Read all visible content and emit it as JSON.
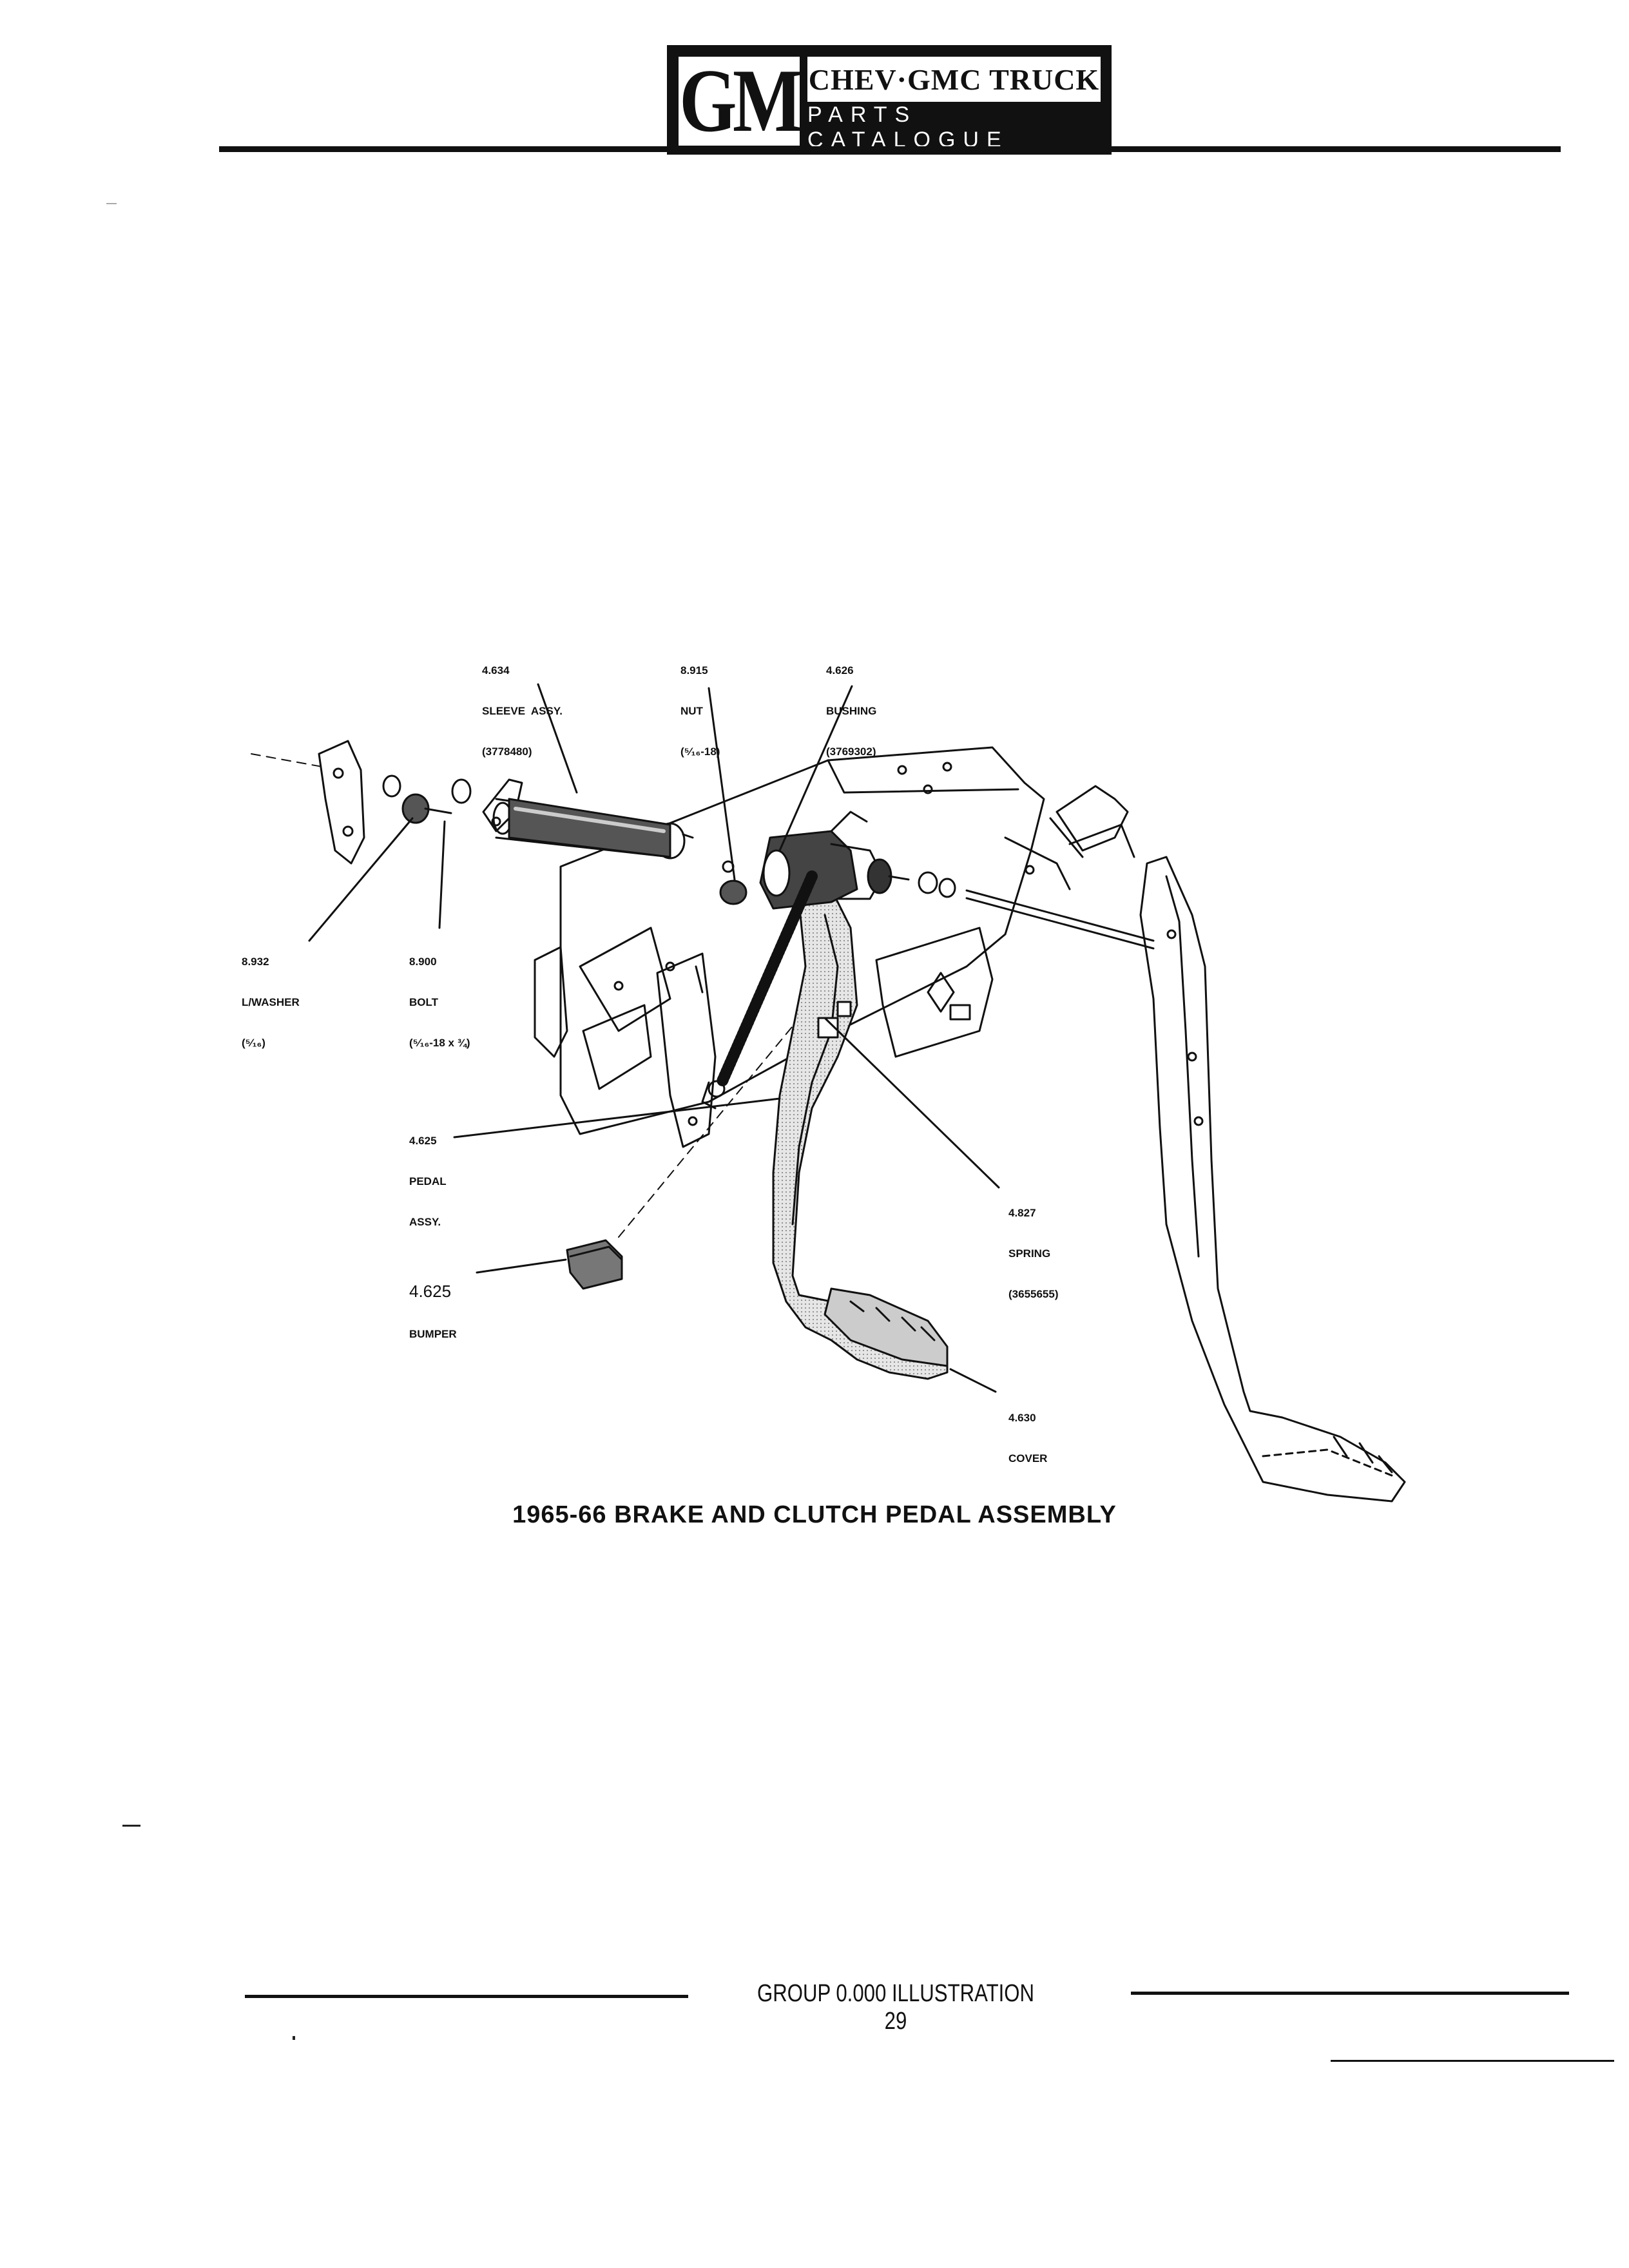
{
  "header": {
    "logo": "GM",
    "title": "CHEV·GMC TRUCK",
    "subtitle": "PARTS CATALOGUE"
  },
  "callouts": {
    "sleeve": {
      "number": "4.634",
      "name": "SLEEVE  ASSY.",
      "part": "(3778480)"
    },
    "nut": {
      "number": "8.915",
      "name": "NUT",
      "part": "(⁵⁄₁₆-18)"
    },
    "bushing": {
      "number": "4.626",
      "name": "BUSHING",
      "part": "(3769302)"
    },
    "lwasher": {
      "number": "8.932",
      "name": "L/WASHER",
      "part": "(⁵⁄₁₆)"
    },
    "bolt": {
      "number": "8.900",
      "name": "BOLT",
      "part": "(⁵⁄₁₆-18 x ¾)"
    },
    "pedal": {
      "number": "4.625",
      "name": "PEDAL",
      "part": "ASSY."
    },
    "spring": {
      "number": "4.827",
      "name": "SPRING",
      "part": "(3655655)"
    },
    "bumper": {
      "number": "4.625",
      "name": "BUMPER"
    },
    "cover": {
      "number": "4.630",
      "name": "COVER"
    }
  },
  "caption": "1965-66 BRAKE AND CLUTCH PEDAL ASSEMBLY",
  "footer": "GROUP 0.000 ILLUSTRATION 29"
}
